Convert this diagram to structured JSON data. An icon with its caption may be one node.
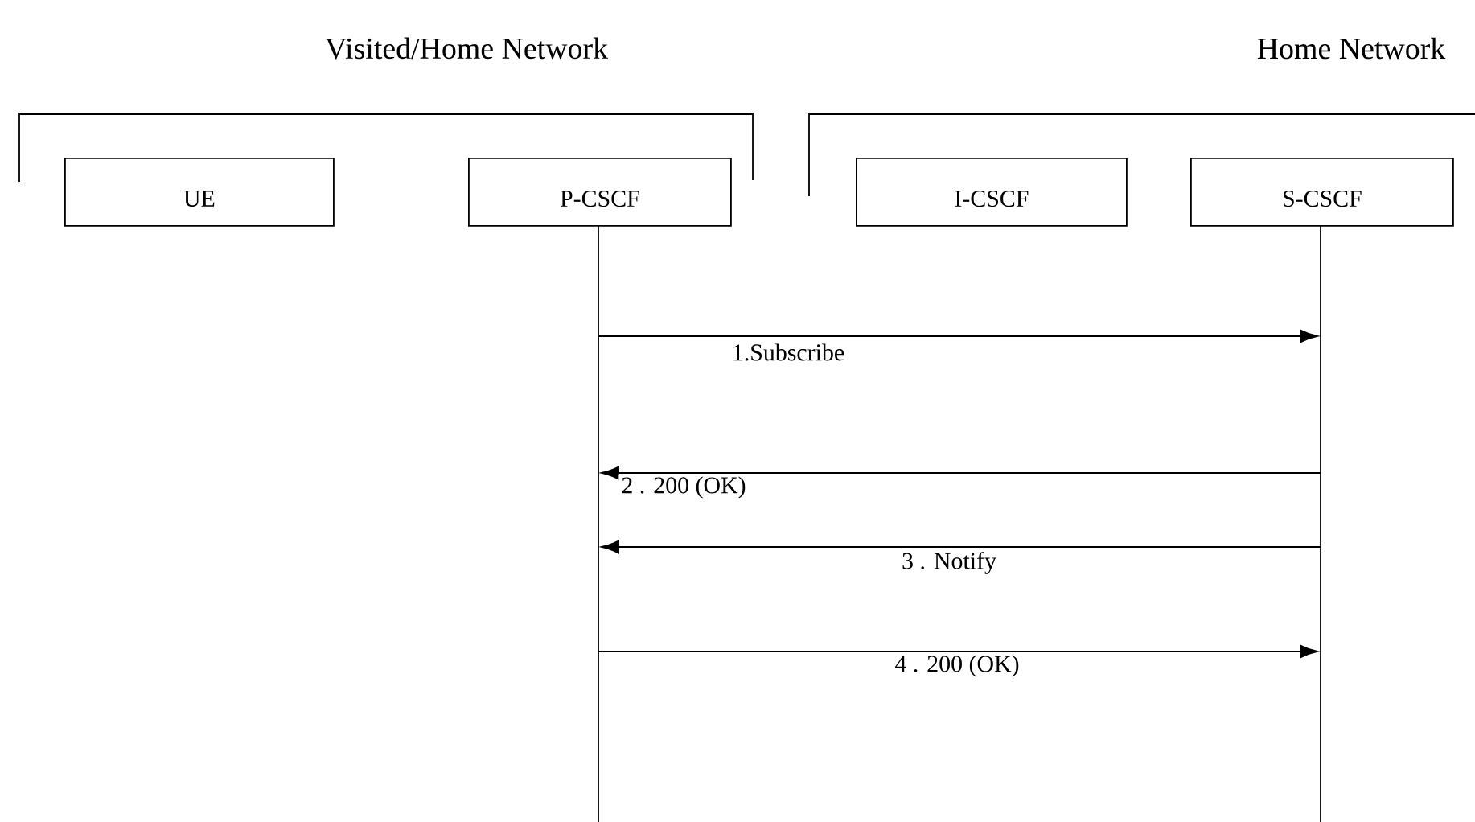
{
  "diagram": {
    "nodes": [
      {
        "text": [
          "UE"
        ]
      },
      {
        "text": [
          "P-CSCF"
        ]
      },
      {
        "text": [
          "I-CSCF"
        ]
      },
      {
        "text": [
          "S-CSCF"
        ]
      },
      {
        "text": [],
        "shape": "line"
      },
      {
        "text": [],
        "shape": "line"
      }
    ],
    "edges": [
      {
        "from": 4,
        "to": 5,
        "arrow": "to",
        "label": "1.Subscribe"
      },
      {
        "from": 5,
        "to": 4,
        "arrow": "to",
        "label": "2 . 200 (OK)"
      },
      {
        "from": 5,
        "to": 4,
        "arrow": "to",
        "label": "3 . Notify"
      },
      {
        "from": 4,
        "to": 5,
        "arrow": "to",
        "label": "4 . 200 (OK)"
      }
    ],
    "labels": [
      "Visited/Home Network",
      "Home Network"
    ]
  }
}
